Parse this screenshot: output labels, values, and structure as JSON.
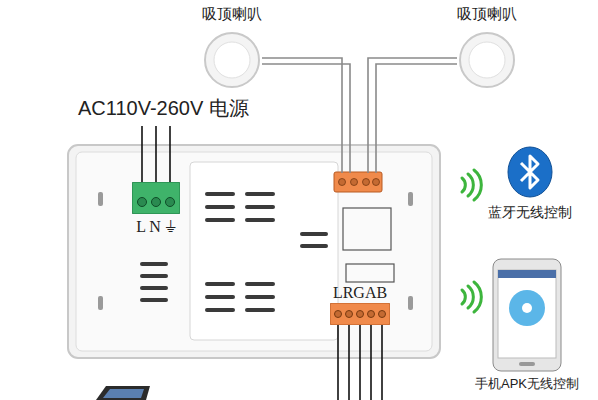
{
  "diagram": {
    "nodes": [
      {
        "text": [
          "吸顶喇叭"
        ]
      },
      {
        "text": [
          "吸顶喇叭"
        ]
      },
      {
        "text": [
          "L N ⏚"
        ]
      },
      {
        "text": [
          "LRGAB"
        ]
      },
      {
        "text": [
          "蓝牙无线控制"
        ]
      },
      {
        "text": [
          "手机APK无线控制"
        ]
      }
    ],
    "labels": [
      "AC110V-260V 电源"
    ]
  }
}
